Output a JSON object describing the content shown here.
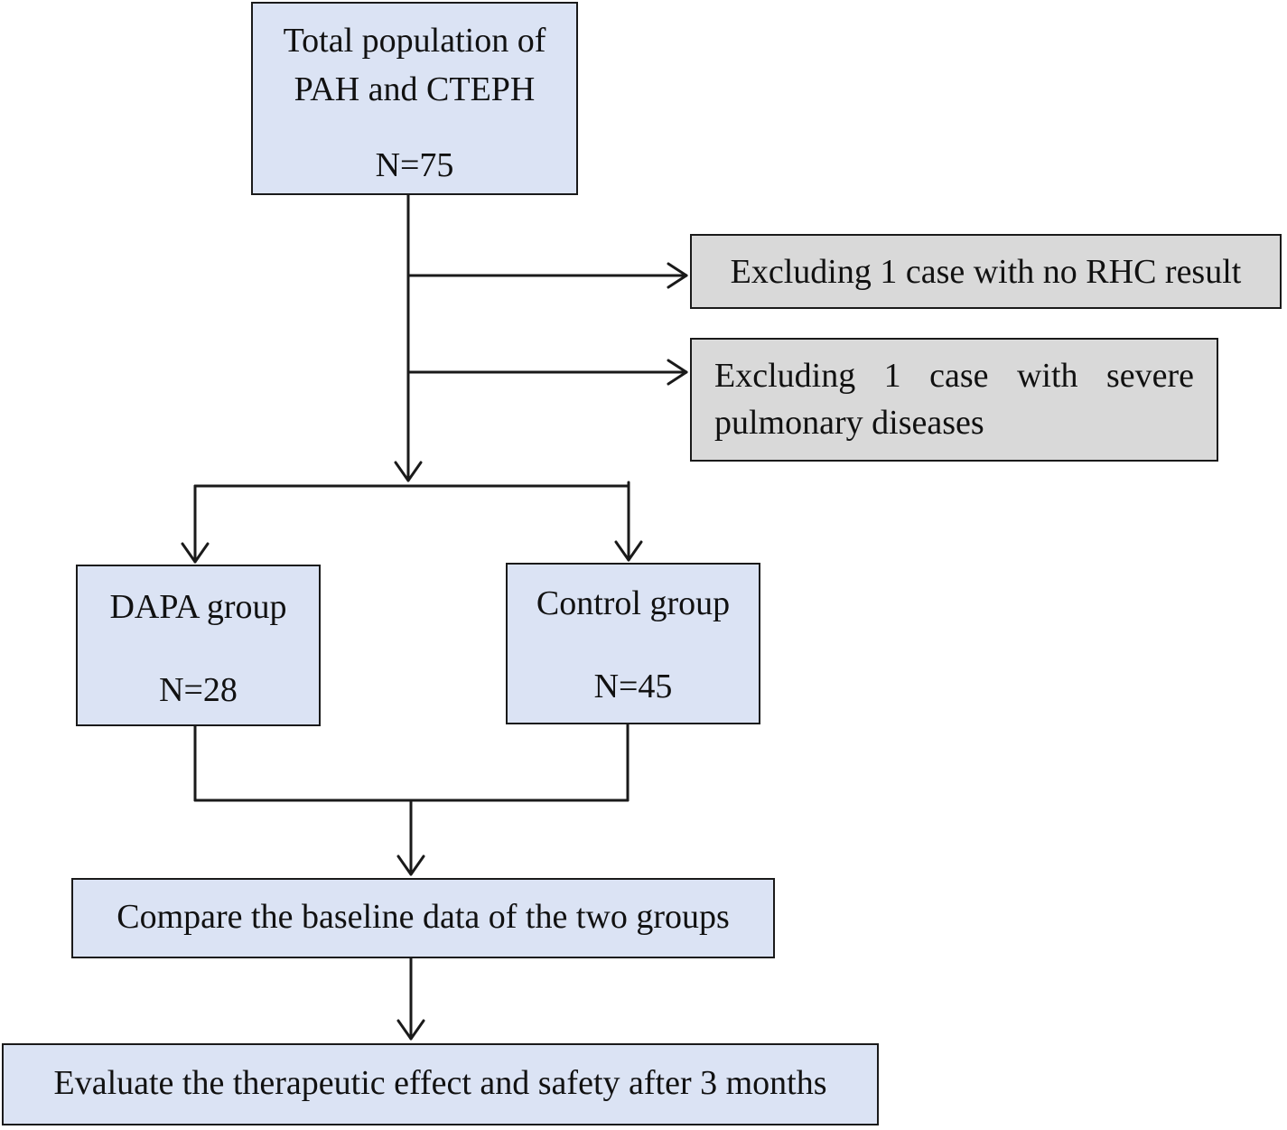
{
  "nodes": {
    "total": {
      "line1": "Total population of",
      "line2": "PAH and CTEPH",
      "count": "N=75"
    },
    "exclusion_1": {
      "text": "Excluding 1 case with no RHC result"
    },
    "exclusion_2": {
      "line1": "Excluding 1 case with severe",
      "line2": "pulmonary diseases"
    },
    "dapa": {
      "label": "DAPA group",
      "count": "N=28"
    },
    "control": {
      "label": "Control group",
      "count": "N=45"
    },
    "compare": {
      "text": "Compare the baseline data of the two groups"
    },
    "evaluate": {
      "text": "Evaluate the therapeutic effect and safety after 3 months"
    }
  },
  "colors": {
    "blue_fill": "#dbe3f4",
    "gray_fill": "#d9d9d9",
    "line": "#1a1a1a"
  }
}
